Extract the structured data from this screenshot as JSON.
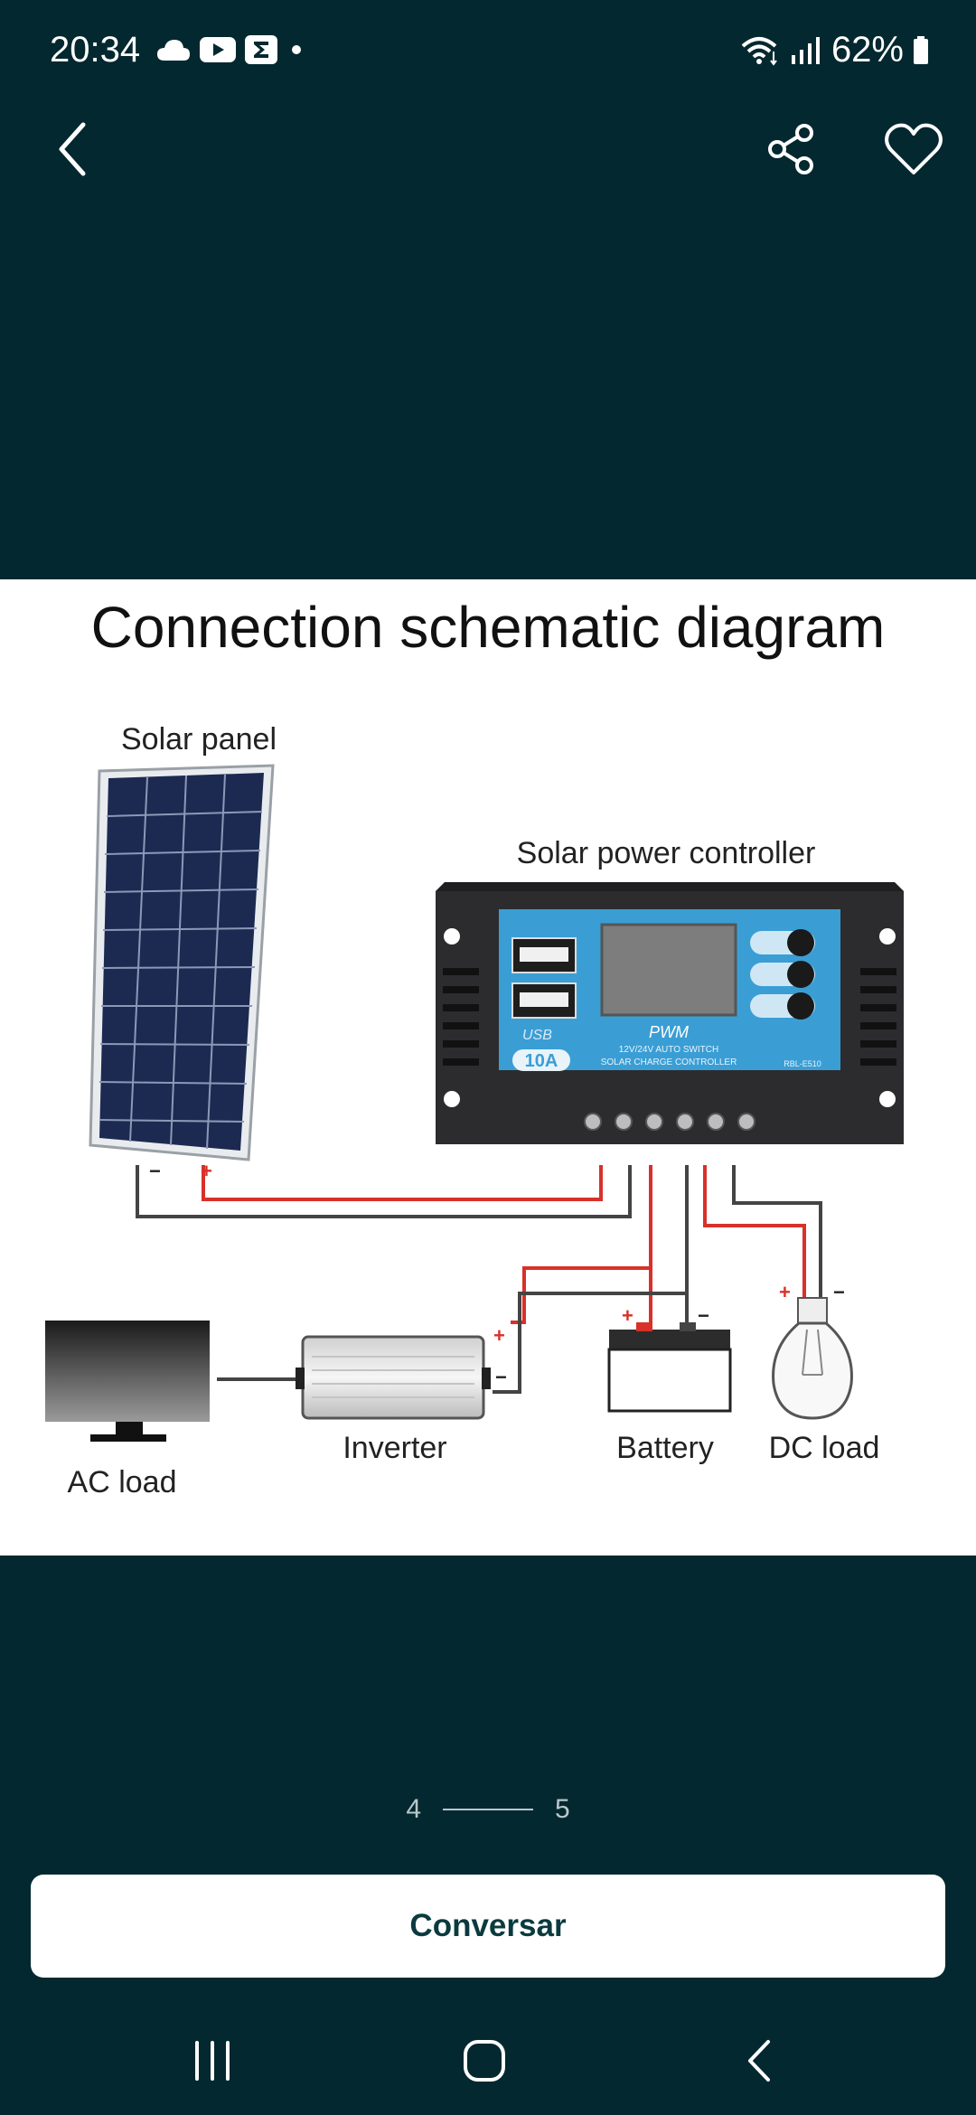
{
  "colors": {
    "background": "#04282f",
    "accent": "#0b3a3f",
    "wire_red": "#d8312a"
  },
  "status_bar": {
    "time": "20:34",
    "battery": "62%"
  },
  "top_bar": {
    "back_icon": "back-arrow-icon",
    "share_icon": "share-icon",
    "favorite_icon": "heart-icon"
  },
  "diagram": {
    "title": "Connection schematic diagram",
    "solar_panel_label": "Solar panel",
    "controller_label": "Solar power controller",
    "controller_mode": "PWM",
    "controller_subtitle_1": "12V/24V AUTO SWITCH",
    "controller_subtitle_2": "SOLAR CHARGE CONTROLLER",
    "controller_rating": "10A",
    "controller_usb": "USB",
    "controller_model": "RBL-E510",
    "ac_load_label": "AC load",
    "inverter_label": "Inverter",
    "battery_label": "Battery",
    "dc_load_label": "DC load",
    "plus_sign": "+",
    "minus_sign": "−"
  },
  "pager": {
    "current": "4",
    "total": "5"
  },
  "cta": {
    "label": "Conversar"
  },
  "nav_bar": {
    "recents_icon": "recents-icon",
    "home_icon": "home-icon",
    "back_icon": "nav-back-icon"
  }
}
